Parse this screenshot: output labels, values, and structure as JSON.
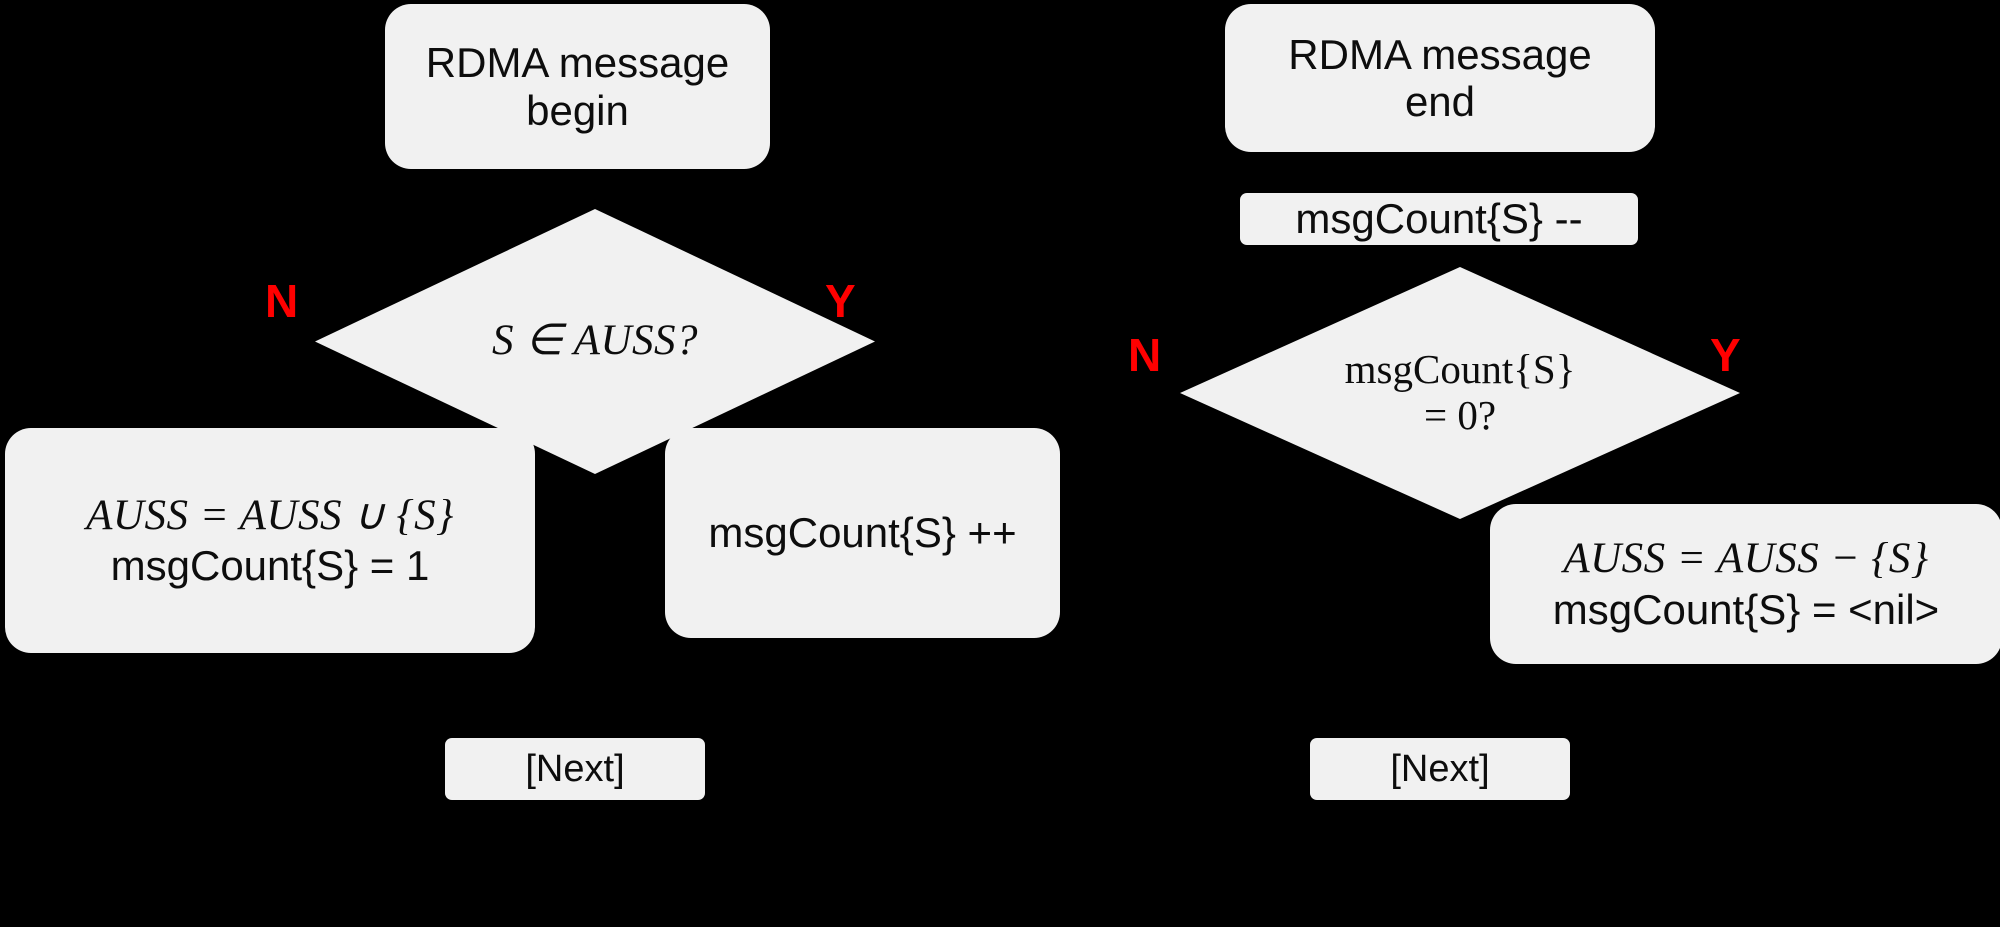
{
  "theme": {
    "background": "#000000",
    "node_fill": "#F1F1F1",
    "text_color": "#0D0D0D",
    "branch_label_color": "#FF0000"
  },
  "flowcharts": [
    {
      "id": "rdma-message-begin",
      "start": {
        "line1": "RDMA message",
        "line2": "begin"
      },
      "decision": {
        "text": "S ∈ AUSS?"
      },
      "branch_no_label": "N",
      "branch_yes_label": "Y",
      "no_action": {
        "line1": "AUSS = AUSS ∪ {S}",
        "line2": "msgCount{S} = 1"
      },
      "yes_action": {
        "line1": "msgCount{S} ++"
      },
      "next_button": "[Next]"
    },
    {
      "id": "rdma-message-end",
      "start": {
        "line1": "RDMA message",
        "line2": "end"
      },
      "pre_action": {
        "text": "msgCount{S} --"
      },
      "decision": {
        "line1": "msgCount{S}",
        "line2": "= 0?"
      },
      "branch_no_label": "N",
      "branch_yes_label": "Y",
      "yes_action": {
        "line1": "AUSS = AUSS − {S}",
        "line2": "msgCount{S} = <nil>"
      },
      "next_button": "[Next]"
    }
  ]
}
